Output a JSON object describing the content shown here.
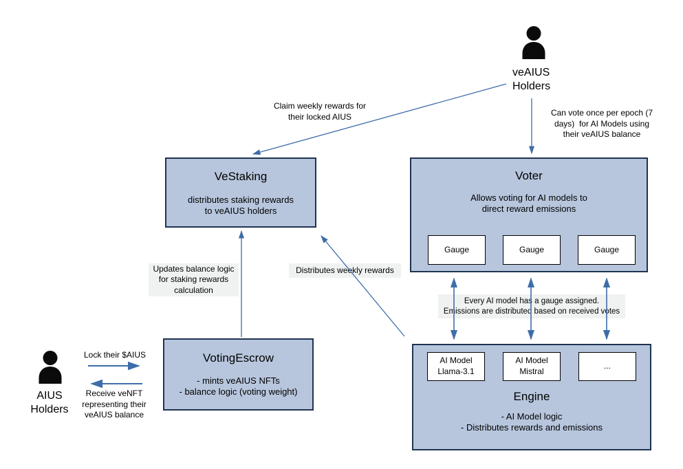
{
  "colors": {
    "background": "#ffffff",
    "node_fill": "#b7c6dd",
    "node_border": "#1f3350",
    "arrow": "#3e6da9",
    "label_bg": "#f0f2f2",
    "sub_box_fill": "#ffffff",
    "sub_box_border": "#000000",
    "person_icon": "#0b0b0b"
  },
  "actors": {
    "veaius_holders": {
      "label": "veAIUS\nHolders",
      "icon": "person-icon"
    },
    "aius_holders": {
      "label": "AIUS\nHolders",
      "icon": "person-icon"
    }
  },
  "boxes": {
    "vestaking": {
      "title": "VeStaking",
      "body": "distributes staking rewards\nto veAIUS holders"
    },
    "voter": {
      "title": "Voter",
      "body": "Allows voting for AI models to\ndirect reward emissions",
      "gauges": [
        "Gauge",
        "Gauge",
        "Gauge"
      ]
    },
    "votingescrow": {
      "title": "VotingEscrow",
      "body": "- mints veAIUS NFTs\n- balance logic (voting weight)"
    },
    "engine": {
      "title": "Engine",
      "body": "- AI Model logic\n- Distributes rewards and emissions",
      "models": [
        "AI Model\nLlama-3.1",
        "AI Model\nMistral",
        "..."
      ]
    }
  },
  "edge_labels": {
    "claim": "Claim weekly rewards for\ntheir locked AIUS",
    "vote": "Can vote once per epoch (7\ndays)  for AI Models using\ntheir veAIUS balance",
    "updates": "Updates balance logic\nfor staking rewards\ncalculation",
    "distributes": "Distributes weekly rewards",
    "gauge_assigned": "Every AI model has a gauge assigned.\nEmissions are distributed based on received votes",
    "lock": "Lock their $AIUS",
    "receive": "Receive veNFT\nrepresenting their\nveAIUS balance"
  }
}
